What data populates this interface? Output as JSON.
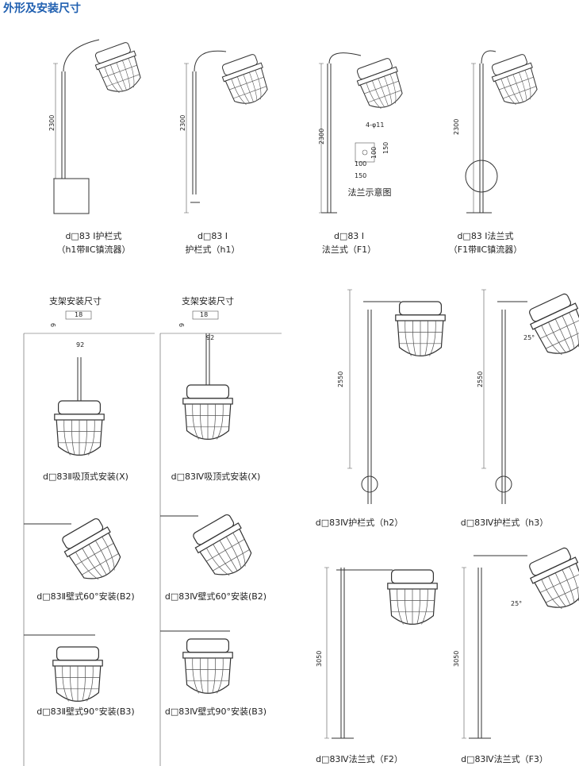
{
  "title": "外形及安装尺寸",
  "top_row": [
    {
      "line1": "d□83 Ⅰ护栏式",
      "line2": "（h1带ⅡC镇流器）",
      "height": "2300"
    },
    {
      "line1": "d□83 Ⅰ",
      "line2": "护栏式（h1）",
      "height": "2300"
    },
    {
      "line1": "d□83 Ⅰ",
      "line2": "法兰式（F1）",
      "height": "2300"
    },
    {
      "line1": "d□83 Ⅰ法兰式",
      "line2": "（F1带ⅡC镇流器）",
      "height": "2300"
    }
  ],
  "flange": {
    "holes": "4-φ11",
    "d1": "100",
    "d2": "150",
    "d3": "100",
    "d4": "150",
    "label": "法兰示意图"
  },
  "bracket": [
    {
      "label": "支架安装尺寸",
      "d18": "18",
      "d9": "9",
      "d92": "92"
    },
    {
      "label": "支架安装尺寸",
      "d18": "18",
      "d9": "9",
      "d92": "92"
    }
  ],
  "left_captions": [
    "d□83Ⅱ吸顶式安装(X)",
    "d□83Ⅳ吸顶式安装(X)",
    "d□83Ⅱ壁式60°安装(B2)",
    "d□83Ⅳ壁式60°安装(B2)",
    "d□83Ⅱ壁式90°安装(B3)",
    "d□83Ⅳ壁式90°安装(B3)"
  ],
  "right": [
    {
      "caption": "d□83Ⅳ护栏式（h2）",
      "height": "2550"
    },
    {
      "caption": "d□83Ⅳ护栏式（h3）",
      "height": "2550",
      "angle": "25°"
    },
    {
      "caption": "d□83Ⅳ法兰式（F2）",
      "height": "3050"
    },
    {
      "caption": "d□83Ⅳ法兰式（F3）",
      "height": "3050",
      "angle": "25°"
    }
  ]
}
